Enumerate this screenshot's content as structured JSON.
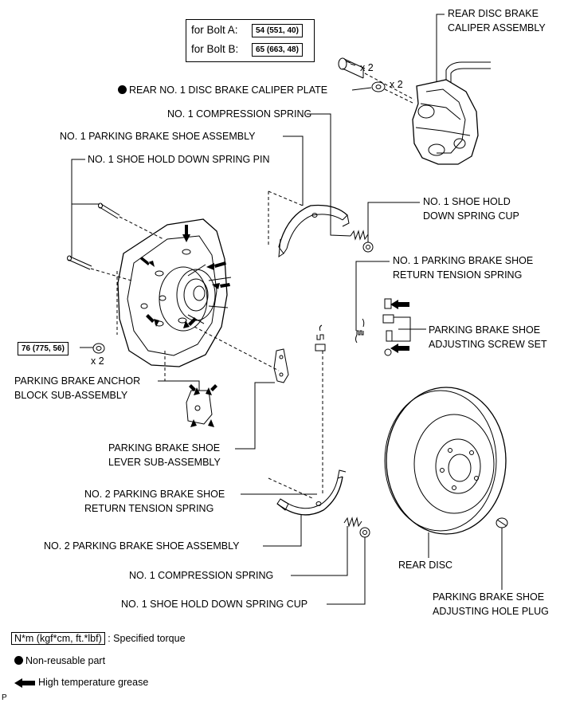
{
  "bolts": {
    "a_label": "for Bolt A:",
    "a_torque": "54 (551, 40)",
    "b_label": "for Bolt B:",
    "b_torque": "65 (663, 48)"
  },
  "multipliers": {
    "bolt": "x 2",
    "plate": "x 2",
    "nut": "x 2"
  },
  "torque_nut": "76 (775, 56)",
  "labels": {
    "caliper_assembly": [
      "REAR DISC BRAKE",
      "CALIPER ASSEMBLY"
    ],
    "caliper_plate": "REAR NO. 1 DISC BRAKE CALIPER PLATE",
    "compression_spring_top": "NO. 1 COMPRESSION SPRING",
    "parking_shoe_1": "NO. 1 PARKING BRAKE SHOE ASSEMBLY",
    "hold_down_pin": "NO. 1 SHOE HOLD DOWN SPRING PIN",
    "hold_down_cup_top": [
      "NO. 1 SHOE HOLD",
      "DOWN SPRING CUP"
    ],
    "return_spring_1": [
      "NO. 1 PARKING BRAKE SHOE",
      "RETURN TENSION SPRING"
    ],
    "adjusting_screw": [
      "PARKING BRAKE SHOE",
      "ADJUSTING SCREW SET"
    ],
    "anchor_block": [
      "PARKING BRAKE ANCHOR",
      "BLOCK SUB-ASSEMBLY"
    ],
    "shoe_lever": [
      "PARKING BRAKE SHOE",
      "LEVER SUB-ASSEMBLY"
    ],
    "return_spring_2": [
      "NO. 2 PARKING BRAKE SHOE",
      "RETURN TENSION SPRING"
    ],
    "parking_shoe_2": "NO. 2 PARKING BRAKE SHOE ASSEMBLY",
    "compression_spring_bottom": "NO. 1 COMPRESSION SPRING",
    "hold_down_cup_bottom": "NO. 1 SHOE HOLD DOWN SPRING CUP",
    "rear_disc": "REAR DISC",
    "hole_plug": [
      "PARKING BRAKE SHOE",
      "ADJUSTING HOLE PLUG"
    ]
  },
  "legend": {
    "torque_box": "N*m (kgf*cm, ft.*lbf)",
    "torque_text": ": Specified torque",
    "nonreusable_text": "Non-reusable part",
    "grease_text": "High temperature grease"
  },
  "footer_code": "P"
}
